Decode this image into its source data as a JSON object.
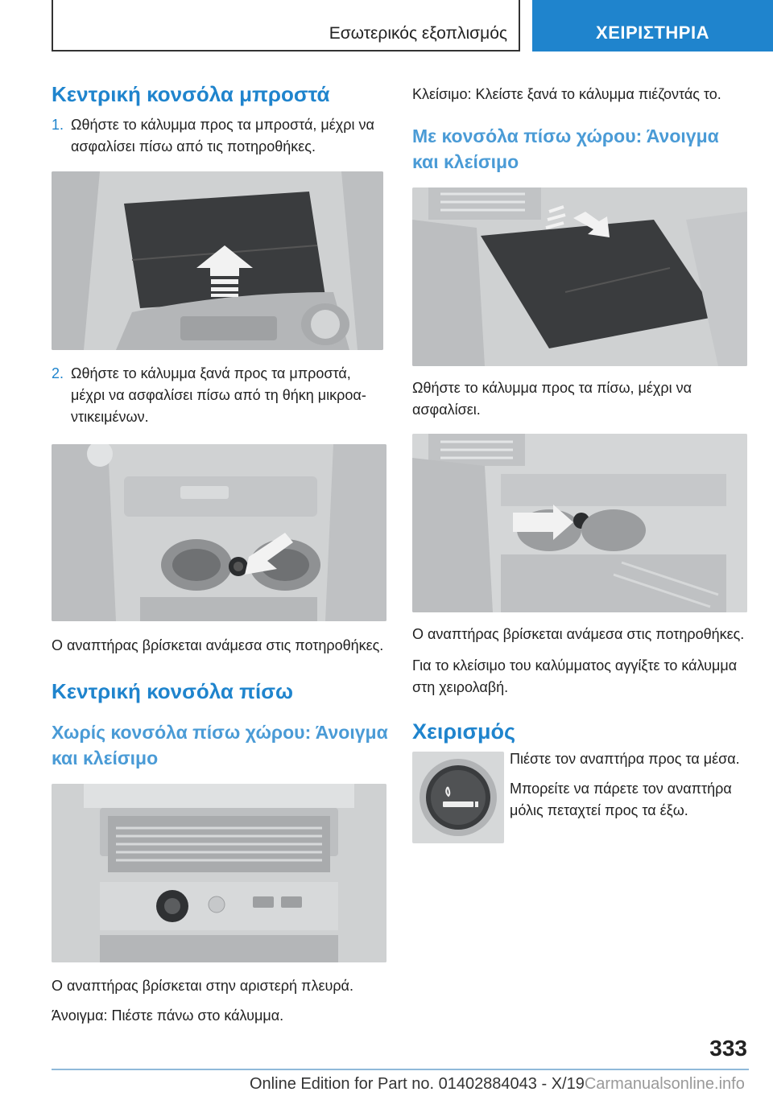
{
  "header": {
    "section": "Εσωτερικός εξοπλισμός",
    "tab": "ΧΕΙΡΙΣΤΗΡΙΑ"
  },
  "left": {
    "h_front": "Κεντρική κονσόλα μπροστά",
    "step1_num": "1.",
    "step1_text": "Ωθήστε το κάλυμμα προς τα μπροστά, μέχρι να ασφαλίσει πίσω από τις ποτηροθήκες.",
    "step2_num": "2.",
    "step2_text": "Ωθήστε το κάλυμμα ξανά προς τα μπροστά, μέχρι να ασφαλίσει πίσω από τη θήκη μικροα­ντικειμένων.",
    "lighter_between": "Ο αναπτήρας βρίσκεται ανάμεσα στις ποτηροθή­κες.",
    "h_rear": "Κεντρική κονσόλα πίσω",
    "h_rear_without": "Χωρίς κονσόλα πίσω χώρου: Άνοιγμα και κλείσιμο",
    "lighter_left": "Ο αναπτήρας βρίσκεται στην αριστερή πλευρά.",
    "opening": "Άνοιγμα: Πιέστε πάνω στο κάλυμμα."
  },
  "right": {
    "closing": "Κλείσιμο: Κλείστε ξανά το κάλυμμα πιέζοντάς το.",
    "h_rear_with": "Με κονσόλα πίσω χώρου: Άνοιγμα και κλείσιμο",
    "push_back": "Ωθήστε το κάλυμμα προς τα πίσω, μέχρι να ασφαλίσει.",
    "lighter_between": "Ο αναπτήρας βρίσκεται ανάμεσα στις ποτηροθή­κες.",
    "close_touch": "Για το κλείσιμο του καλύμματος αγγίξτε το κά­λυμμα στη χειρολαβή.",
    "h_operation": "Χειρισμός",
    "press_lighter": "Πιέστε τον αναπτήρα προς τα μέσα.",
    "remove_lighter": "Μπορείτε να πάρετε τον ανα­πτήρα μόλις πεταχτεί προς τα έξω."
  },
  "footer": {
    "page_number": "333",
    "edition": "Online Edition for Part no. 01402884043 - X/19",
    "watermark": "Carmanualsonline.info"
  }
}
